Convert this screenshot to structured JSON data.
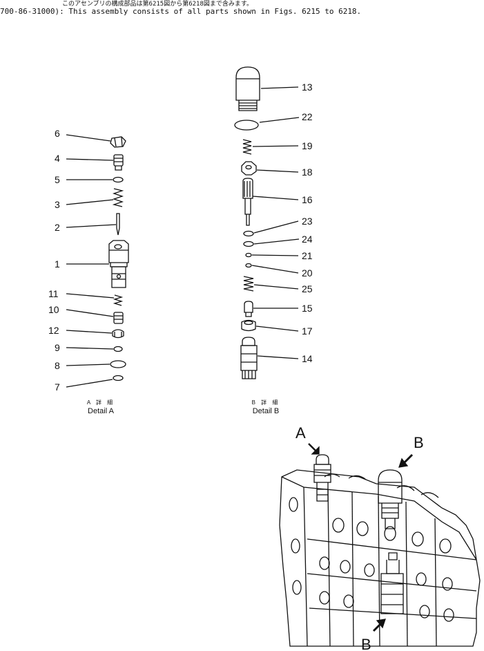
{
  "header": {
    "line1": "このアセンブリの構成部品は第6215図から第6218図まで含みます。",
    "line2": "700-86-31000): This assembly consists of all parts shown in Figs. 6215 to 6218."
  },
  "detail_a": {
    "caption_jp": "A 詳 細",
    "caption_en": "Detail A",
    "callouts": [
      "6",
      "4",
      "5",
      "3",
      "2",
      "1",
      "11",
      "10",
      "12",
      "9",
      "8",
      "7"
    ]
  },
  "detail_b": {
    "caption_jp": "B 詳 細",
    "caption_en": "Detail B",
    "callouts": [
      "13",
      "22",
      "19",
      "18",
      "16",
      "23",
      "24",
      "21",
      "20",
      "25",
      "15",
      "17",
      "14"
    ]
  },
  "assembly_markers": [
    "A",
    "B",
    "B"
  ]
}
